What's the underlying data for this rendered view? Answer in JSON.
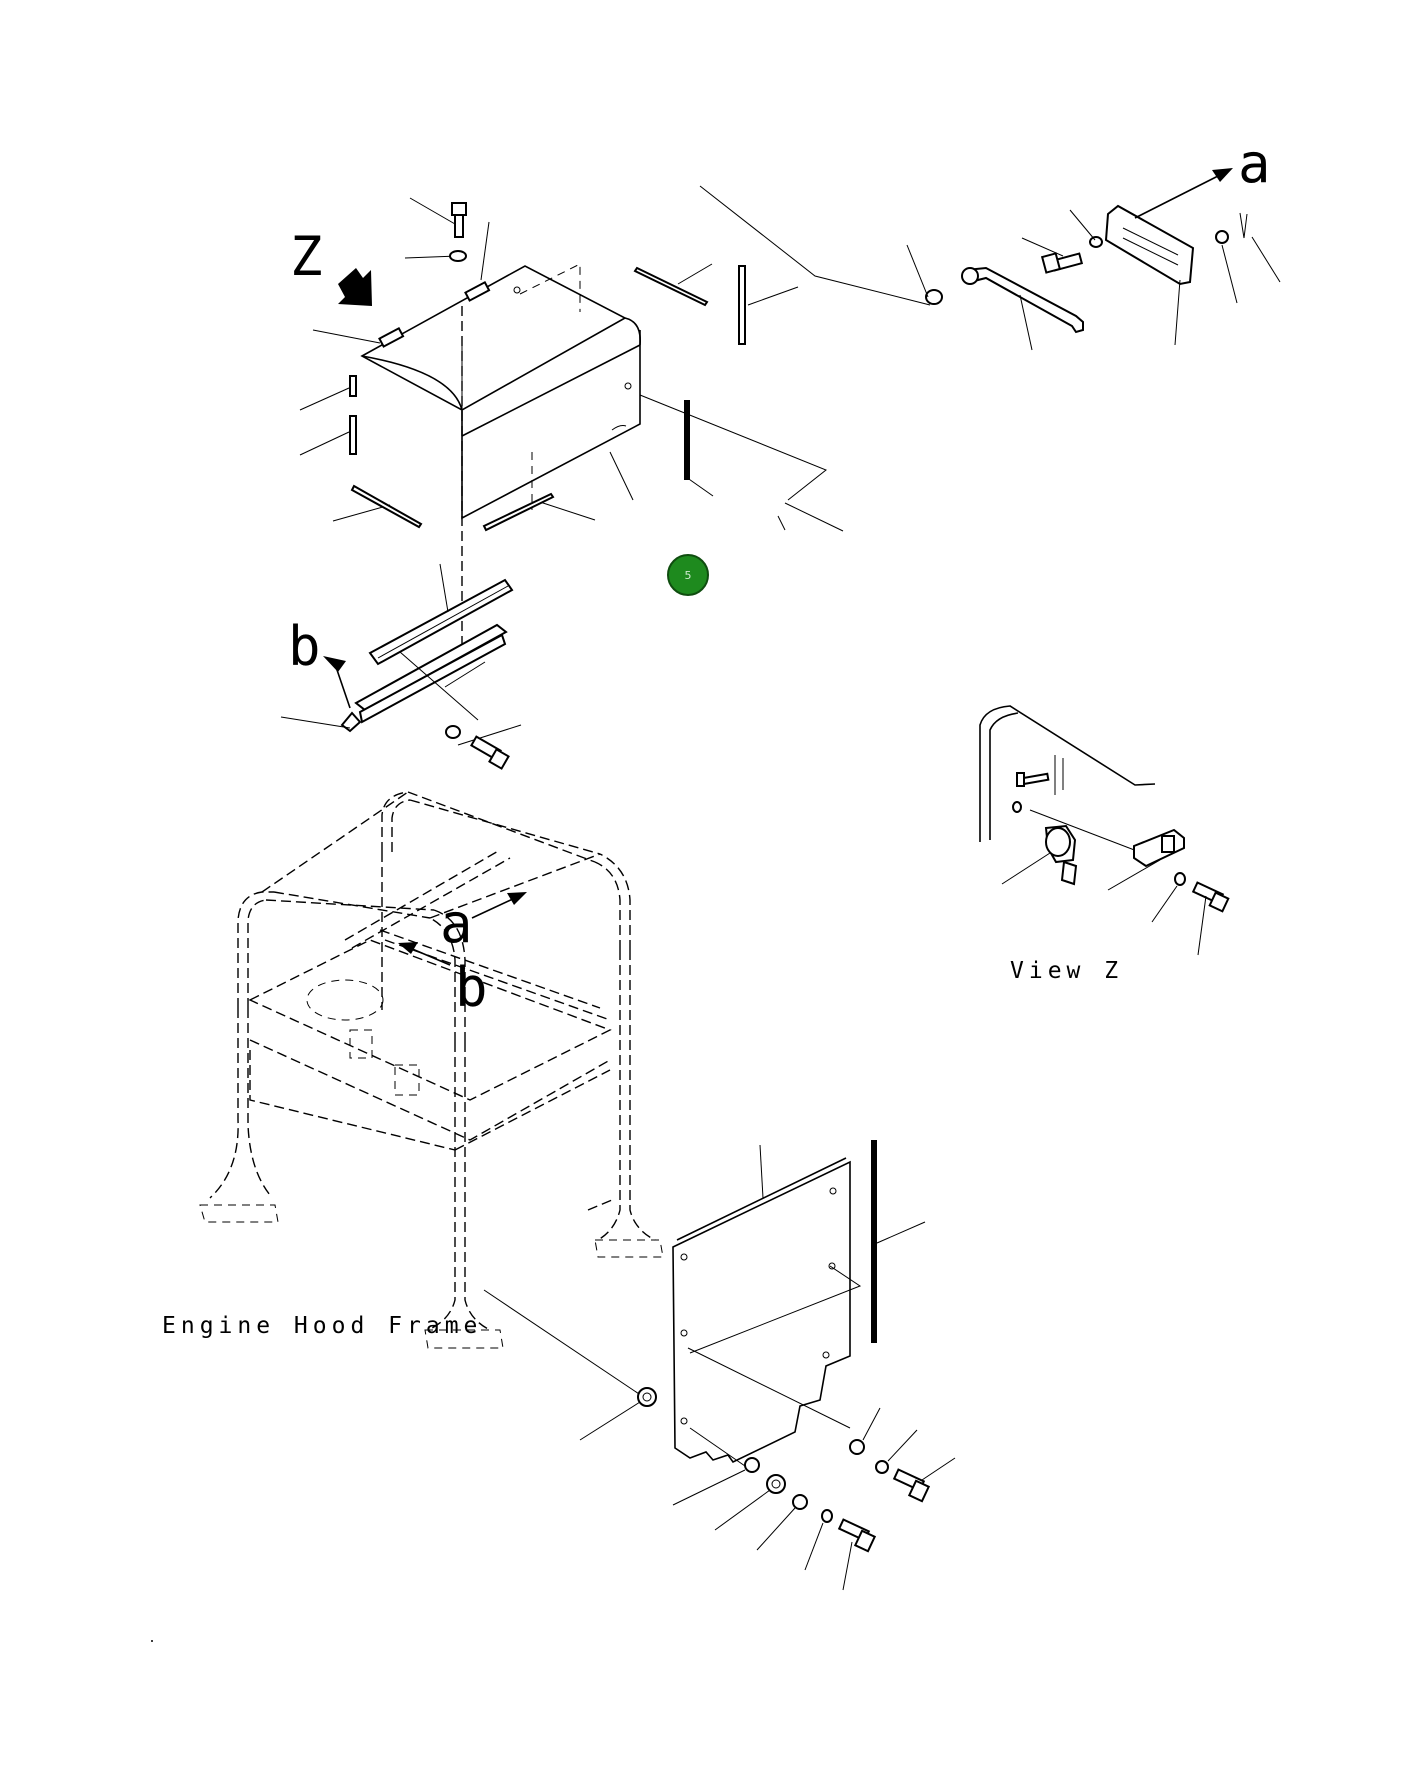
{
  "labels": {
    "z": "Z",
    "a_top": "a",
    "b_top": "b",
    "a_frame": "a",
    "b_frame": "b",
    "view_z": "View Z",
    "frame_title": "Engine Hood Frame"
  },
  "callout": {
    "number": "5",
    "color": "#1e8a1e"
  }
}
